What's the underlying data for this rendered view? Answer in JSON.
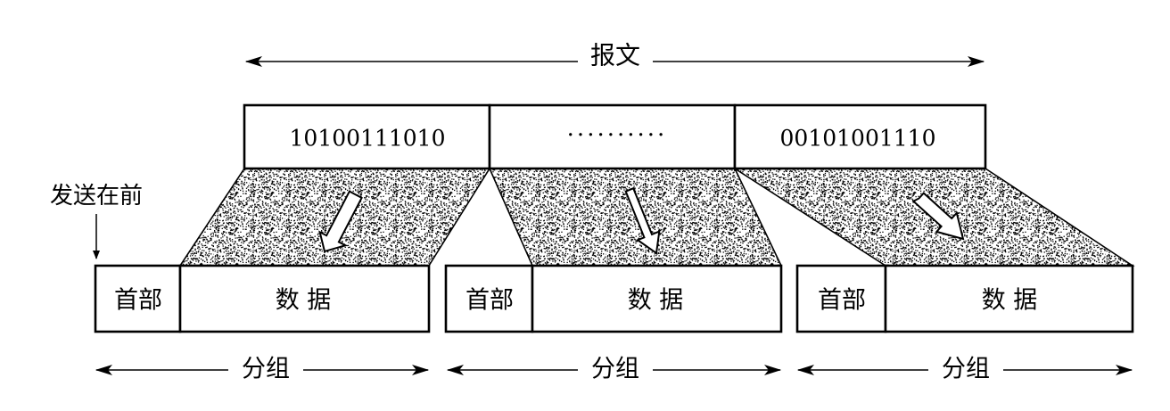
{
  "message": {
    "label": "报文",
    "segments": [
      "10100111010",
      "··········",
      "00101001110"
    ]
  },
  "send_first_label": "发送在前",
  "packets": [
    {
      "header": "首部",
      "data": "数 据",
      "label": "分组"
    },
    {
      "header": "首部",
      "data": "数 据",
      "label": "分组"
    },
    {
      "header": "首部",
      "data": "数 据",
      "label": "分组"
    }
  ],
  "colors": {
    "stroke": "#000000",
    "fill": "#ffffff",
    "stipple": "#000000"
  }
}
